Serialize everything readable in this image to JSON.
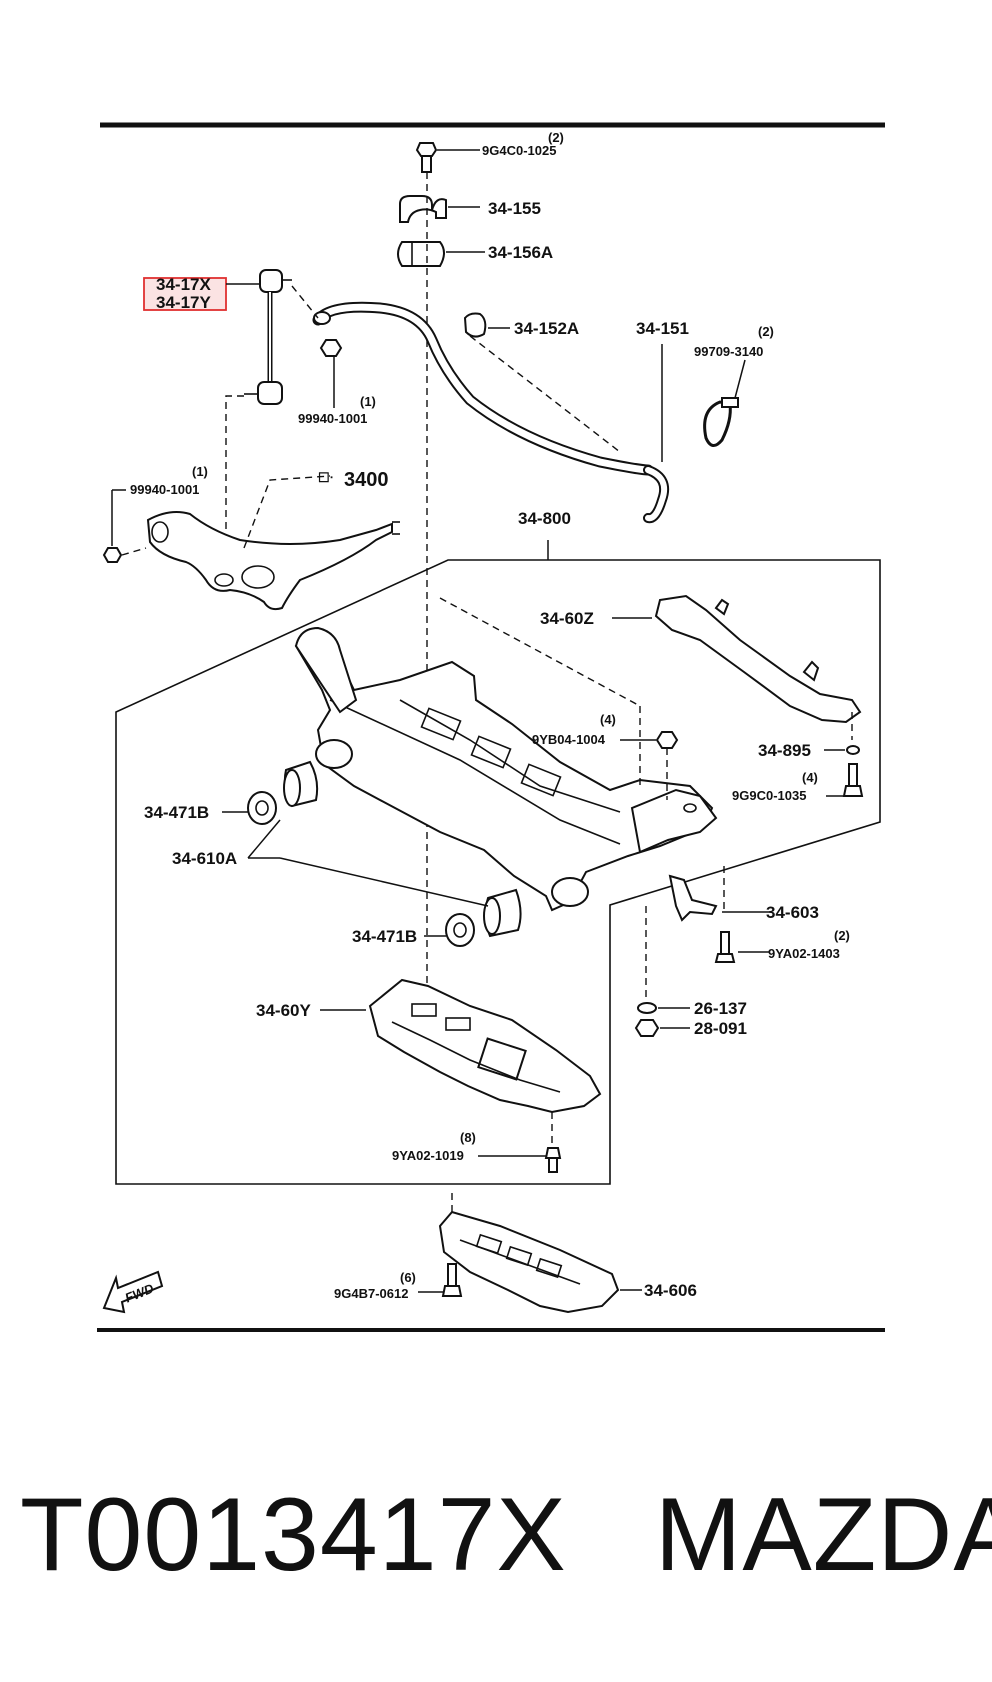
{
  "labels": {
    "l_9g4c0_1025": "9G4C0-1025",
    "l_9g4c0_qty": "(2)",
    "l_34_155": "34-155",
    "l_34_156a": "34-156A",
    "l_34_17x": "34-17X",
    "l_34_17y": "34-17Y",
    "l_34_152a": "34-152A",
    "l_34_151": "34-151",
    "l_99709_3140": "99709-3140",
    "l_99709_qty": "(2)",
    "l_99940_1001_a": "99940-1001",
    "l_99940_qty_a": "(1)",
    "l_99940_1001_b": "99940-1001",
    "l_99940_qty_b": "(1)",
    "l_3400": "3400",
    "l_34_800": "34-800",
    "l_34_60z": "34-60Z",
    "l_9yb04_1004": "9YB04-1004",
    "l_9yb04_qty": "(4)",
    "l_34_895": "34-895",
    "l_9g9c0_1035": "9G9C0-1035",
    "l_9g9c0_qty": "(4)",
    "l_34_471b_a": "34-471B",
    "l_34_610a": "34-610A",
    "l_34_471b_b": "34-471B",
    "l_34_603": "34-603",
    "l_9ya02_1403": "9YA02-1403",
    "l_9ya02_1403_qty": "(2)",
    "l_34_60y": "34-60Y",
    "l_26_137": "26-137",
    "l_28_091": "28-091",
    "l_9ya02_1019": "9YA02-1019",
    "l_9ya02_1019_qty": "(8)",
    "l_9g4b7_0612": "9G4B7-0612",
    "l_9g4b7_qty": "(6)",
    "l_34_606": "34-606",
    "fwd": "FWD"
  },
  "caption": {
    "part_number": "T0013417X",
    "brand": "MAZDA"
  },
  "colors": {
    "highlight_border": "#e03030",
    "highlight_fill": "#fbe3e3",
    "ink": "#111111"
  }
}
